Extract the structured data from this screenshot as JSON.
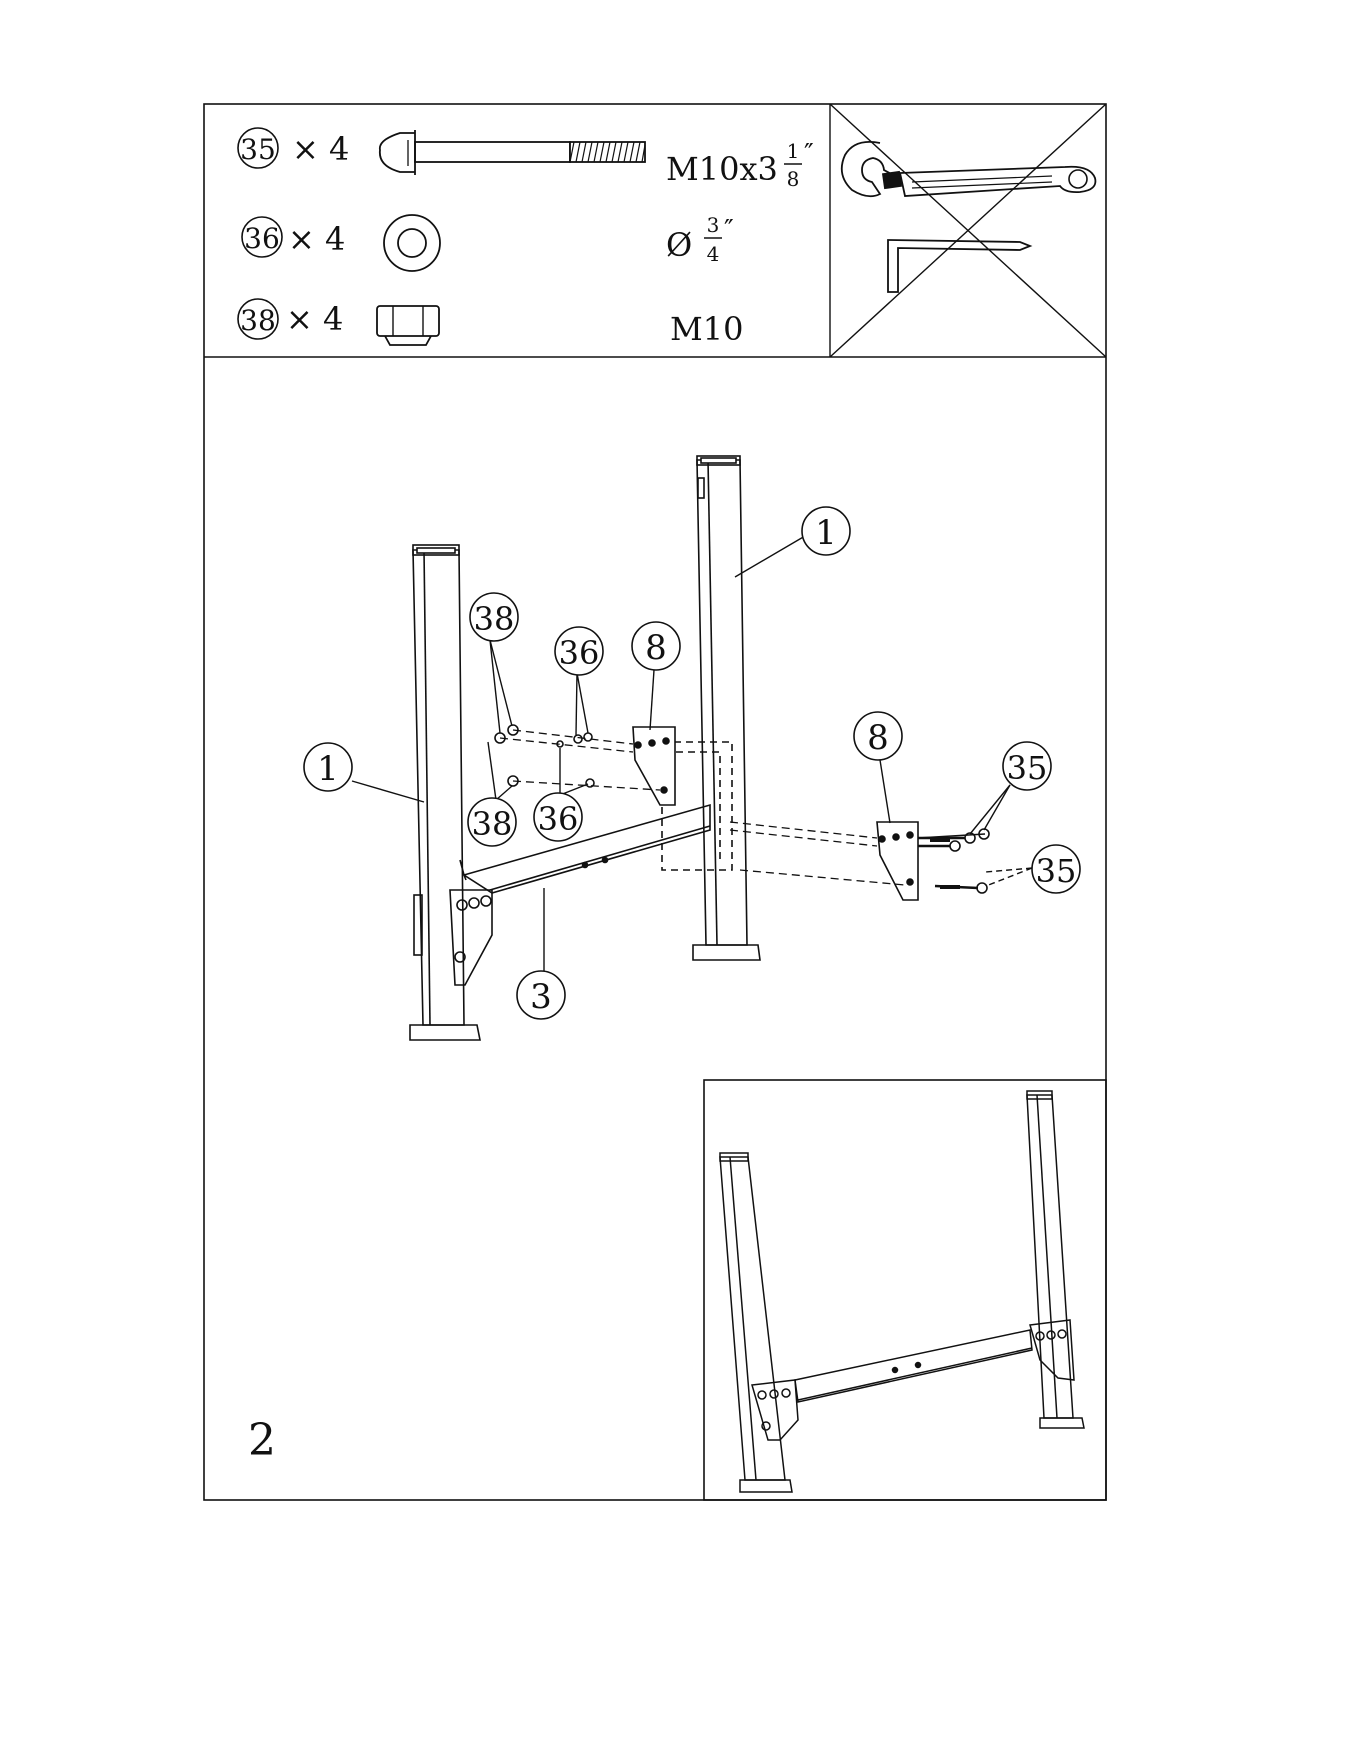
{
  "step_number": "2",
  "hardware": [
    {
      "part": "35",
      "qty": "× 4",
      "icon": "carriage-bolt-icon",
      "spec": "M10x3",
      "fraction_num": "1",
      "fraction_den": "8",
      "unit": "″"
    },
    {
      "part": "36",
      "qty": "× 4",
      "icon": "washer-icon",
      "spec": "Ø",
      "fraction_num": "3",
      "fraction_den": "4",
      "unit": "″"
    },
    {
      "part": "38",
      "qty": "× 4",
      "icon": "nut-icon",
      "spec": "M10",
      "fraction_num": "",
      "fraction_den": "",
      "unit": ""
    }
  ],
  "tools": {
    "icons": [
      "adjustable-wrench-icon",
      "hex-key-icon"
    ],
    "status": "not-required"
  },
  "callouts": {
    "upright_left": "1",
    "upright_right": "1",
    "crossbar": "3",
    "bracket_left": "8",
    "bracket_right": "8",
    "nut_top": "38",
    "nut_bottom": "38",
    "washer_top": "36",
    "washer_bottom": "36",
    "bolt_top": "35",
    "bolt_bottom": "35"
  }
}
